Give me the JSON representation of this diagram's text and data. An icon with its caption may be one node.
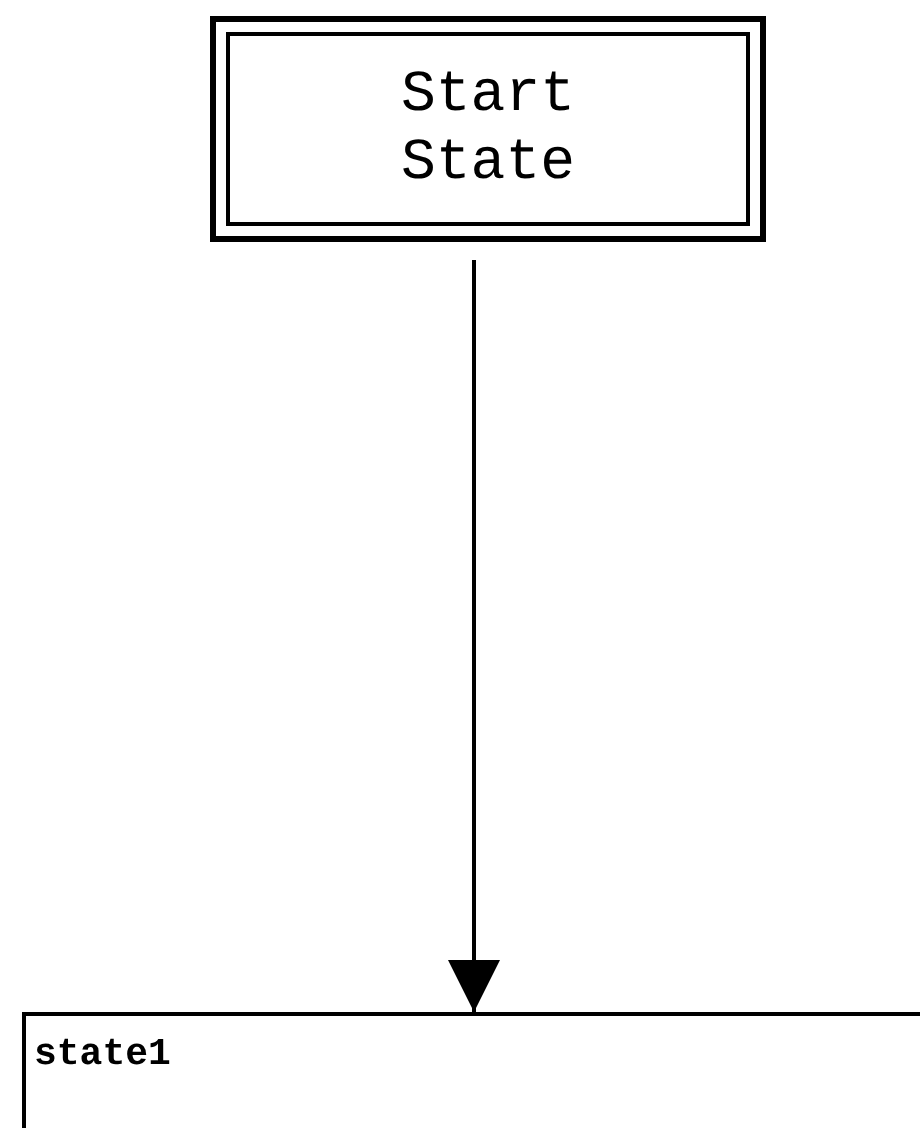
{
  "diagram": {
    "nodes": [
      {
        "text": [
          "Start State"
        ]
      },
      {
        "text": [
          "state1"
        ]
      }
    ],
    "edges": [
      {
        "from": 0,
        "to": 1,
        "arrow": "to"
      }
    ]
  }
}
